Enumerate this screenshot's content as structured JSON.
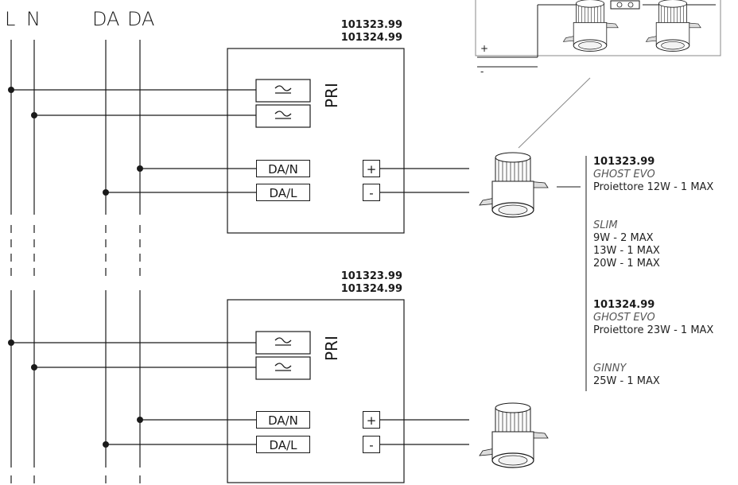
{
  "bus_labels": [
    "L",
    "N",
    "DA",
    "DA"
  ],
  "modules": [
    {
      "codes": [
        "101323.99",
        "101324.99"
      ],
      "pri_label": "PRI",
      "input_terminals": [
        "DA/N",
        "DA/L"
      ],
      "output_terminals": [
        "+",
        "-"
      ]
    },
    {
      "codes": [
        "101323.99",
        "101324.99"
      ],
      "pri_label": "PRI",
      "input_terminals": [
        "DA/N",
        "DA/L"
      ],
      "output_terminals": [
        "+",
        "-"
      ]
    }
  ],
  "detail": {
    "plus": "+",
    "minus": "-"
  },
  "specs": [
    {
      "code": "101323.99",
      "family": "GHOST EVO",
      "line": "Proiettore 12W - 1 MAX"
    },
    {
      "family": "SLIM",
      "lines": [
        "9W - 2 MAX",
        "13W - 1 MAX",
        "20W - 1 MAX"
      ]
    },
    {
      "code": "101324.99",
      "family": "GHOST EVO",
      "line": "Proiettore 23W - 1 MAX"
    },
    {
      "family": "GINNY",
      "line": "25W - 1 MAX"
    }
  ],
  "icons": [
    "ac-dc-symbol-icon",
    "downlight-icon",
    "connector-icon"
  ]
}
